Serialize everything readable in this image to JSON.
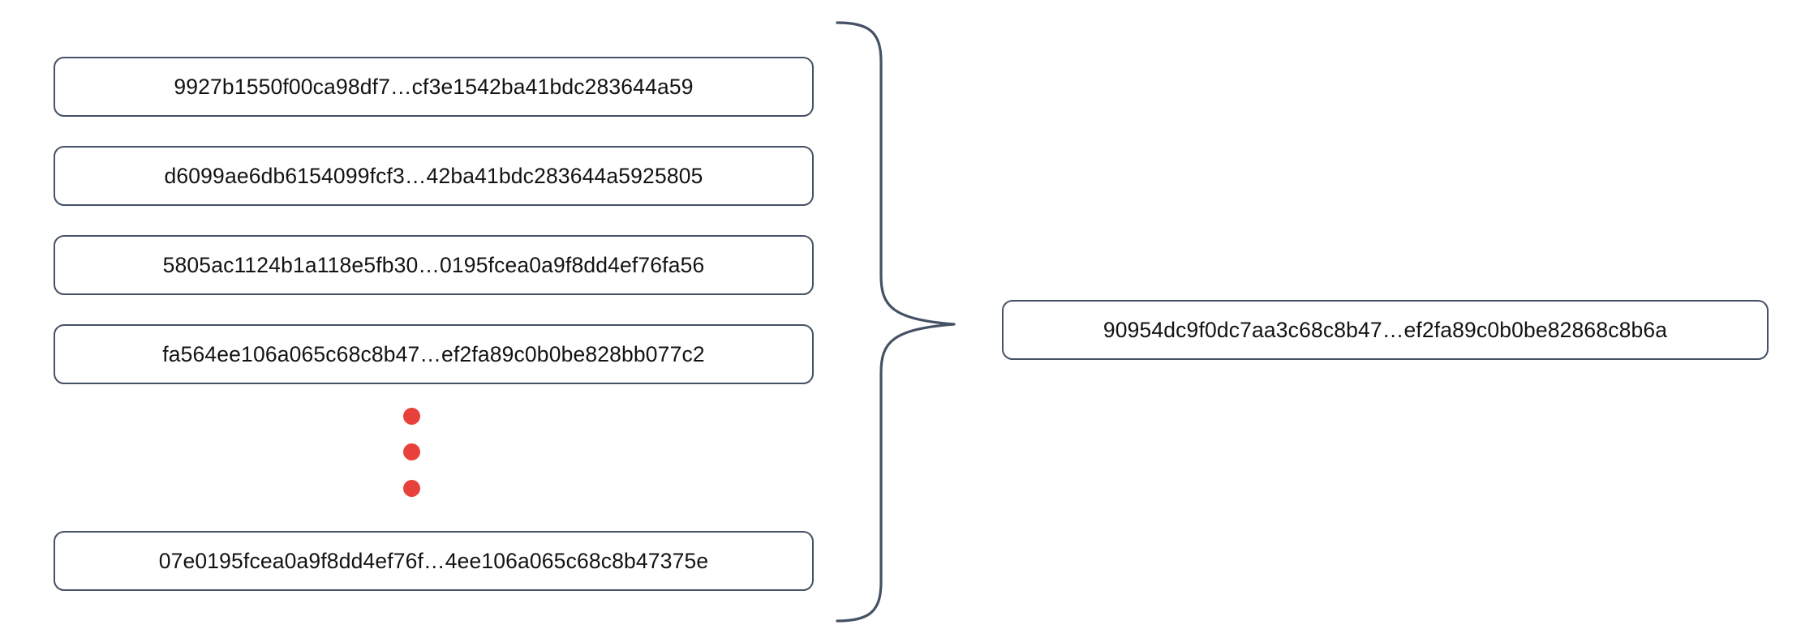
{
  "diagram": {
    "type": "merkle-hash-aggregation",
    "orientation": "left-to-right",
    "background_color": "#ffffff",
    "box_border_color": "#455164",
    "box_fill_color": "#ffffff",
    "text_color": "#111315",
    "brace_color": "#455164",
    "ellipsis_dot_color": "#E8413C",
    "ellipsis_dot_count": 3,
    "brace_glyph": "}",
    "input_count_visible": 5
  },
  "inputs": [
    {
      "label": "9927b1550f00ca98df7…cf3e1542ba41bdc283644a59"
    },
    {
      "label": "d6099ae6db6154099fcf3…42ba41bdc283644a5925805"
    },
    {
      "label": "5805ac1124b1a118e5fb30…0195fcea0a9f8dd4ef76fa56"
    },
    {
      "label": "fa564ee106a065c68c8b47…ef2fa89c0b0be828bb077c2"
    },
    {
      "label": "07e0195fcea0a9f8dd4ef76f…4ee106a065c68c8b47375e"
    }
  ],
  "output": {
    "label": "90954dc9f0dc7aa3c68c8b47…ef2fa89c0b0be82868c8b6a"
  }
}
